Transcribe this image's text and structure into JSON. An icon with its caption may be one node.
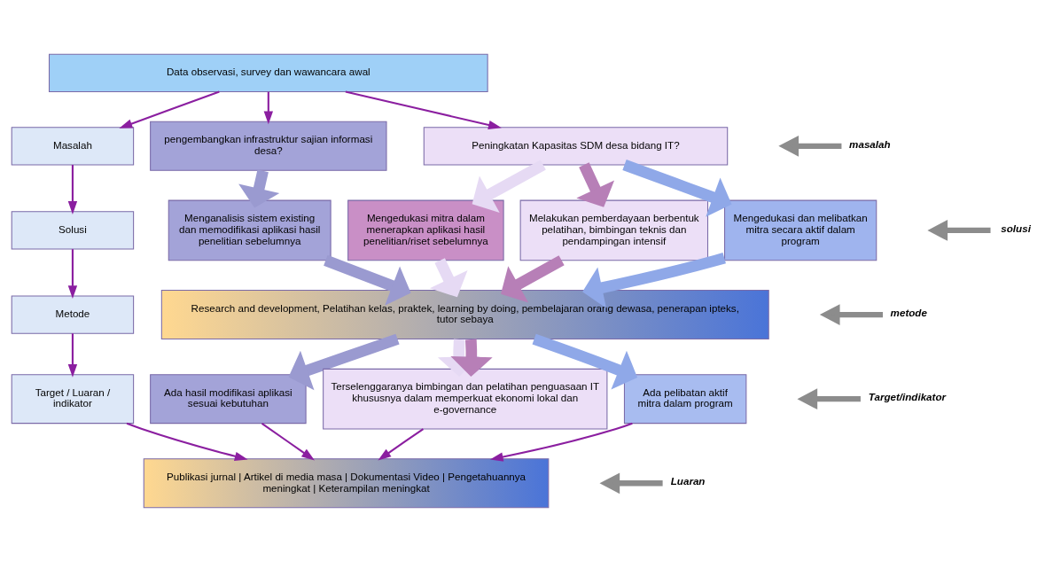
{
  "diagram": {
    "nodes": [
      {
        "text": [
          "Data observasi, survey dan wawancara awal"
        ]
      },
      {
        "text": [
          "Masalah"
        ]
      },
      {
        "text": [
          "Solusi"
        ]
      },
      {
        "text": [
          "Metode"
        ]
      },
      {
        "text": [
          "Target / Luaran / indikator"
        ]
      },
      {
        "text": [
          "pengembangkan infrastruktur sajian informasi desa?"
        ]
      },
      {
        "text": [
          "Peningkatan Kapasitas SDM desa bidang IT?"
        ]
      },
      {
        "text": [
          "Menganalisis sistem existing dan memodifikasi aplikasi hasil penelitian sebelumnya"
        ]
      },
      {
        "text": [
          "Mengedukasi mitra dalam menerapkan aplikasi hasil penelitian/riset sebelumnya"
        ]
      },
      {
        "text": [
          "Melakukan pemberdayaan berbentuk pelatihan, bimbingan teknis dan pendampingan intensif"
        ]
      },
      {
        "text": [
          "Mengedukasi dan melibatkan mitra secara aktif dalam program"
        ]
      },
      {
        "text": [
          "Research and development, Pelatihan kelas, praktek, learning by doing, pembelajaran orang dewasa, penerapan ipteks, tutor sebaya"
        ]
      },
      {
        "text": [
          "Ada hasil modifikasi aplikasi sesuai kebutuhan"
        ]
      },
      {
        "text": [
          "Terselenggaranya bimbingan dan pelatihan penguasaan IT khususnya dalam memperkuat ekonomi lokal dan e-governance"
        ]
      },
      {
        "text": [
          "Ada pelibatan aktif mitra dalam program"
        ]
      },
      {
        "text": [
          "Publikasi jurnal | Artikel di media masa | Dokumentasi Video | Pengetahuannya meningkat | Keterampilan meningkat"
        ]
      },
      {
        "text": [
          "masalah"
        ]
      },
      {
        "text": [
          "solusi"
        ]
      },
      {
        "text": [
          "metode"
        ]
      },
      {
        "text": [
          "Target/indikator"
        ]
      },
      {
        "text": [
          "Luaran"
        ]
      }
    ],
    "edges": [
      {
        "from": 0,
        "to": 1,
        "arrow": "to"
      },
      {
        "from": 0,
        "to": 5,
        "arrow": "to"
      },
      {
        "from": 0,
        "to": 6,
        "arrow": "to"
      },
      {
        "from": 1,
        "to": 2,
        "arrow": "to"
      },
      {
        "from": 2,
        "to": 3,
        "arrow": "to"
      },
      {
        "from": 3,
        "to": 4,
        "arrow": "to"
      },
      {
        "from": 5,
        "to": 7,
        "arrow": "to",
        "style": "thick",
        "color": "#9a9ad0"
      },
      {
        "from": 6,
        "to": 8,
        "arrow": "to",
        "style": "thick",
        "color": "#e6daf4"
      },
      {
        "from": 6,
        "to": 9,
        "arrow": "to",
        "style": "thick",
        "color": "#b77fb7"
      },
      {
        "from": 6,
        "to": 10,
        "arrow": "to",
        "style": "thick",
        "color": "#8fa8e8"
      },
      {
        "from": 7,
        "to": 11,
        "arrow": "to",
        "style": "thick",
        "color": "#9a9ad0"
      },
      {
        "from": 8,
        "to": 11,
        "arrow": "to",
        "style": "thick",
        "color": "#e6daf4"
      },
      {
        "from": 9,
        "to": 11,
        "arrow": "to",
        "style": "thick",
        "color": "#b77fb7"
      },
      {
        "from": 10,
        "to": 11,
        "arrow": "to",
        "style": "thick",
        "color": "#8fa8e8"
      },
      {
        "from": 11,
        "to": 12,
        "arrow": "to",
        "style": "thick",
        "color": "#9a9ad0"
      },
      {
        "from": 11,
        "to": 13,
        "arrow": "to",
        "style": "thick",
        "color": "#e6daf4"
      },
      {
        "from": 11,
        "to": 13,
        "arrow": "to",
        "style": "thick",
        "color": "#b77fb7"
      },
      {
        "from": 11,
        "to": 14,
        "arrow": "to",
        "style": "thick",
        "color": "#8fa8e8"
      },
      {
        "from": 12,
        "to": 15,
        "arrow": "to"
      },
      {
        "from": 13,
        "to": 15,
        "arrow": "to"
      },
      {
        "from": 14,
        "to": 15,
        "arrow": "to"
      },
      {
        "from": 4,
        "to": 15,
        "arrow": "to"
      },
      {
        "from": 16,
        "to": null,
        "arrow": "to",
        "color": "#8c8c8c"
      },
      {
        "from": 17,
        "to": null,
        "arrow": "to",
        "color": "#8c8c8c"
      },
      {
        "from": 18,
        "to": null,
        "arrow": "to",
        "color": "#8c8c8c"
      },
      {
        "from": 19,
        "to": null,
        "arrow": "to",
        "color": "#8c8c8c"
      },
      {
        "from": 20,
        "to": null,
        "arrow": "to",
        "color": "#8c8c8c"
      }
    ]
  }
}
